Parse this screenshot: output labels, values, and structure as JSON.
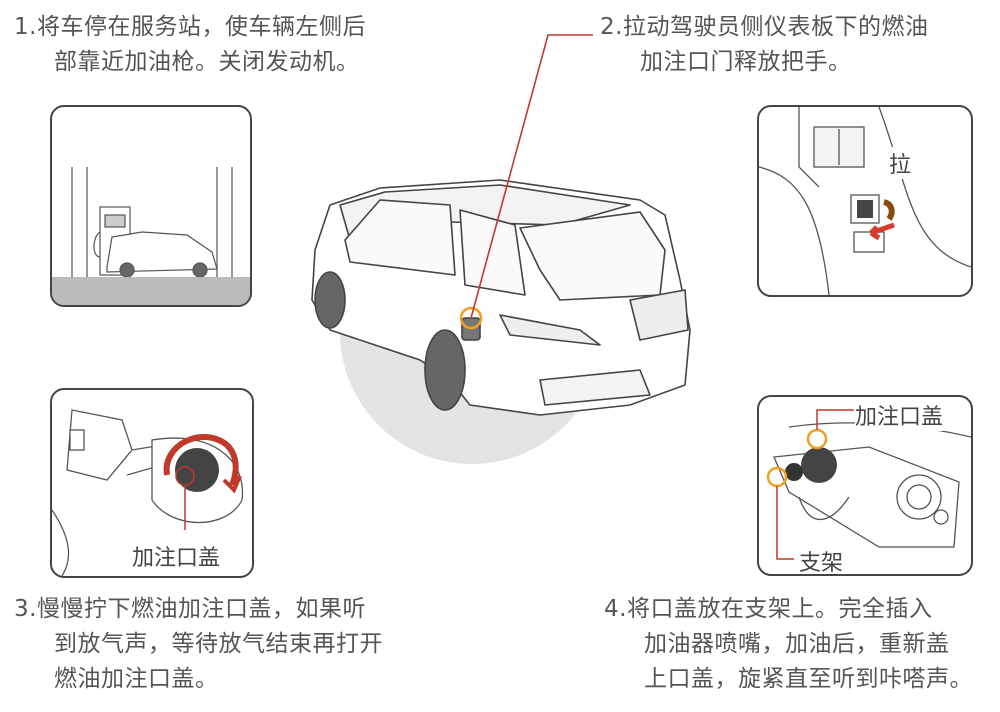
{
  "steps": [
    {
      "lines": [
        "1.将车停在服务站，使车辆左侧后",
        "部靠近加油枪。关闭发动机。"
      ]
    },
    {
      "lines": [
        "2.拉动驾驶员侧仪表板下的燃油",
        "加注口门释放把手。"
      ]
    },
    {
      "lines": [
        "3.慢慢拧下燃油加注口盖，如果听",
        "到放气声，等待放气结束再打开",
        "燃油加注口盖。"
      ]
    },
    {
      "lines": [
        "4.将口盖放在支架上。完全插入",
        "加油器喷嘴，加油后，重新盖",
        "上口盖，旋紧直至听到咔嗒声。"
      ]
    }
  ],
  "labels": {
    "pull": "拉",
    "fuel_cap_step3": "加注口盖",
    "fuel_cap_step4": "加注口盖",
    "holder": "支架"
  },
  "colors": {
    "accent_red": "#c0392b",
    "highlight_orange": "#f0a020",
    "text": "#555555",
    "circle_bg": "#e4e4e4"
  }
}
